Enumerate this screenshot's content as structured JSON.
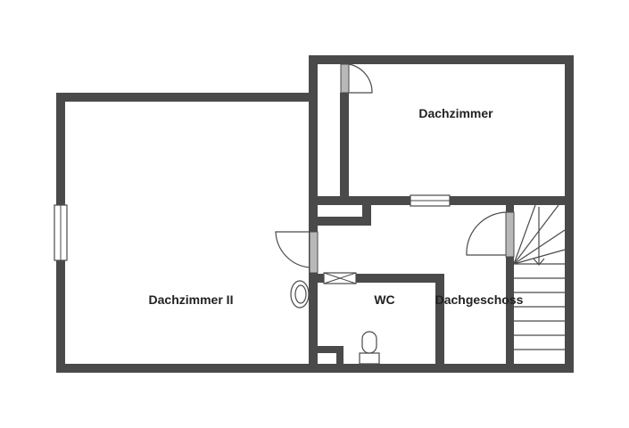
{
  "rooms": {
    "dachzimmer": "Dachzimmer",
    "dachzimmer_ii": "Dachzimmer II",
    "wc": "WC",
    "dachgeschoss": "Dachgeschoss"
  },
  "colors": {
    "wall": "#4a4a4a",
    "door_leaf": "#b8b8b8",
    "background": "#ffffff"
  }
}
